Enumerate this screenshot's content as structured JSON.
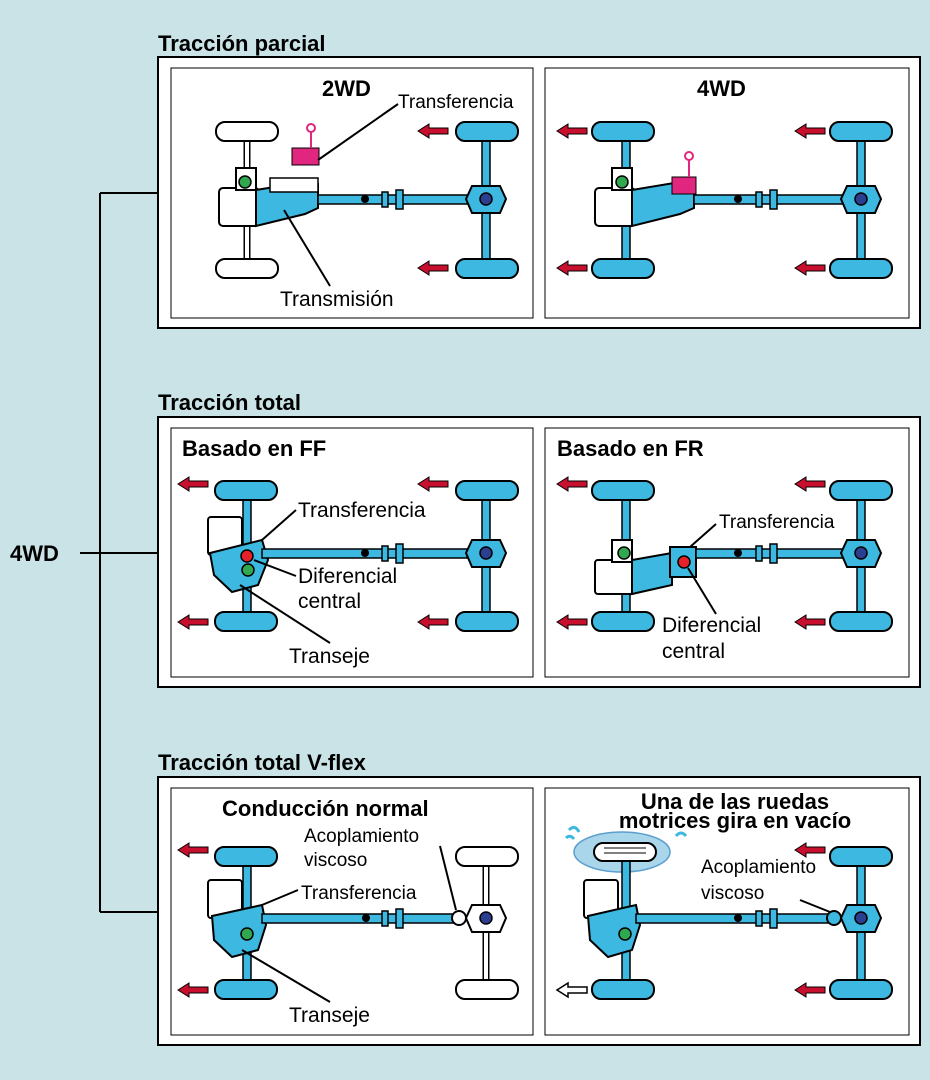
{
  "root_label": "4WD",
  "colors": {
    "background": "#c9e3e6",
    "drive_blue": "#3db8e0",
    "transfer_pink": "#e0267e",
    "arrow_red": "#c8102e",
    "diff_green": "#2fa84f",
    "diff_red": "#e8202a",
    "diff_navy": "#2a3f8f"
  },
  "sections": [
    {
      "title": "Tracción parcial",
      "panels": [
        {
          "title": "2WD",
          "labels": [
            "Transferencia",
            "Transmisión"
          ]
        },
        {
          "title": "4WD",
          "labels": []
        }
      ]
    },
    {
      "title": "Tracción total",
      "panels": [
        {
          "title": "Basado en FF",
          "labels": [
            "Transferencia",
            "Diferencial",
            "central",
            "Transeje"
          ]
        },
        {
          "title": "Basado en FR",
          "labels": [
            "Transferencia",
            "Diferencial",
            "central"
          ]
        }
      ]
    },
    {
      "title": "Tracción total V-flex",
      "panels": [
        {
          "title": "Conducción normal",
          "labels": [
            "Acoplamiento",
            "viscoso",
            "Transferencia",
            "Transeje"
          ]
        },
        {
          "title_lines": [
            "Una de las ruedas",
            "motrices gira en vacío"
          ],
          "labels": [
            "Acoplamiento",
            "viscoso"
          ]
        }
      ]
    }
  ]
}
